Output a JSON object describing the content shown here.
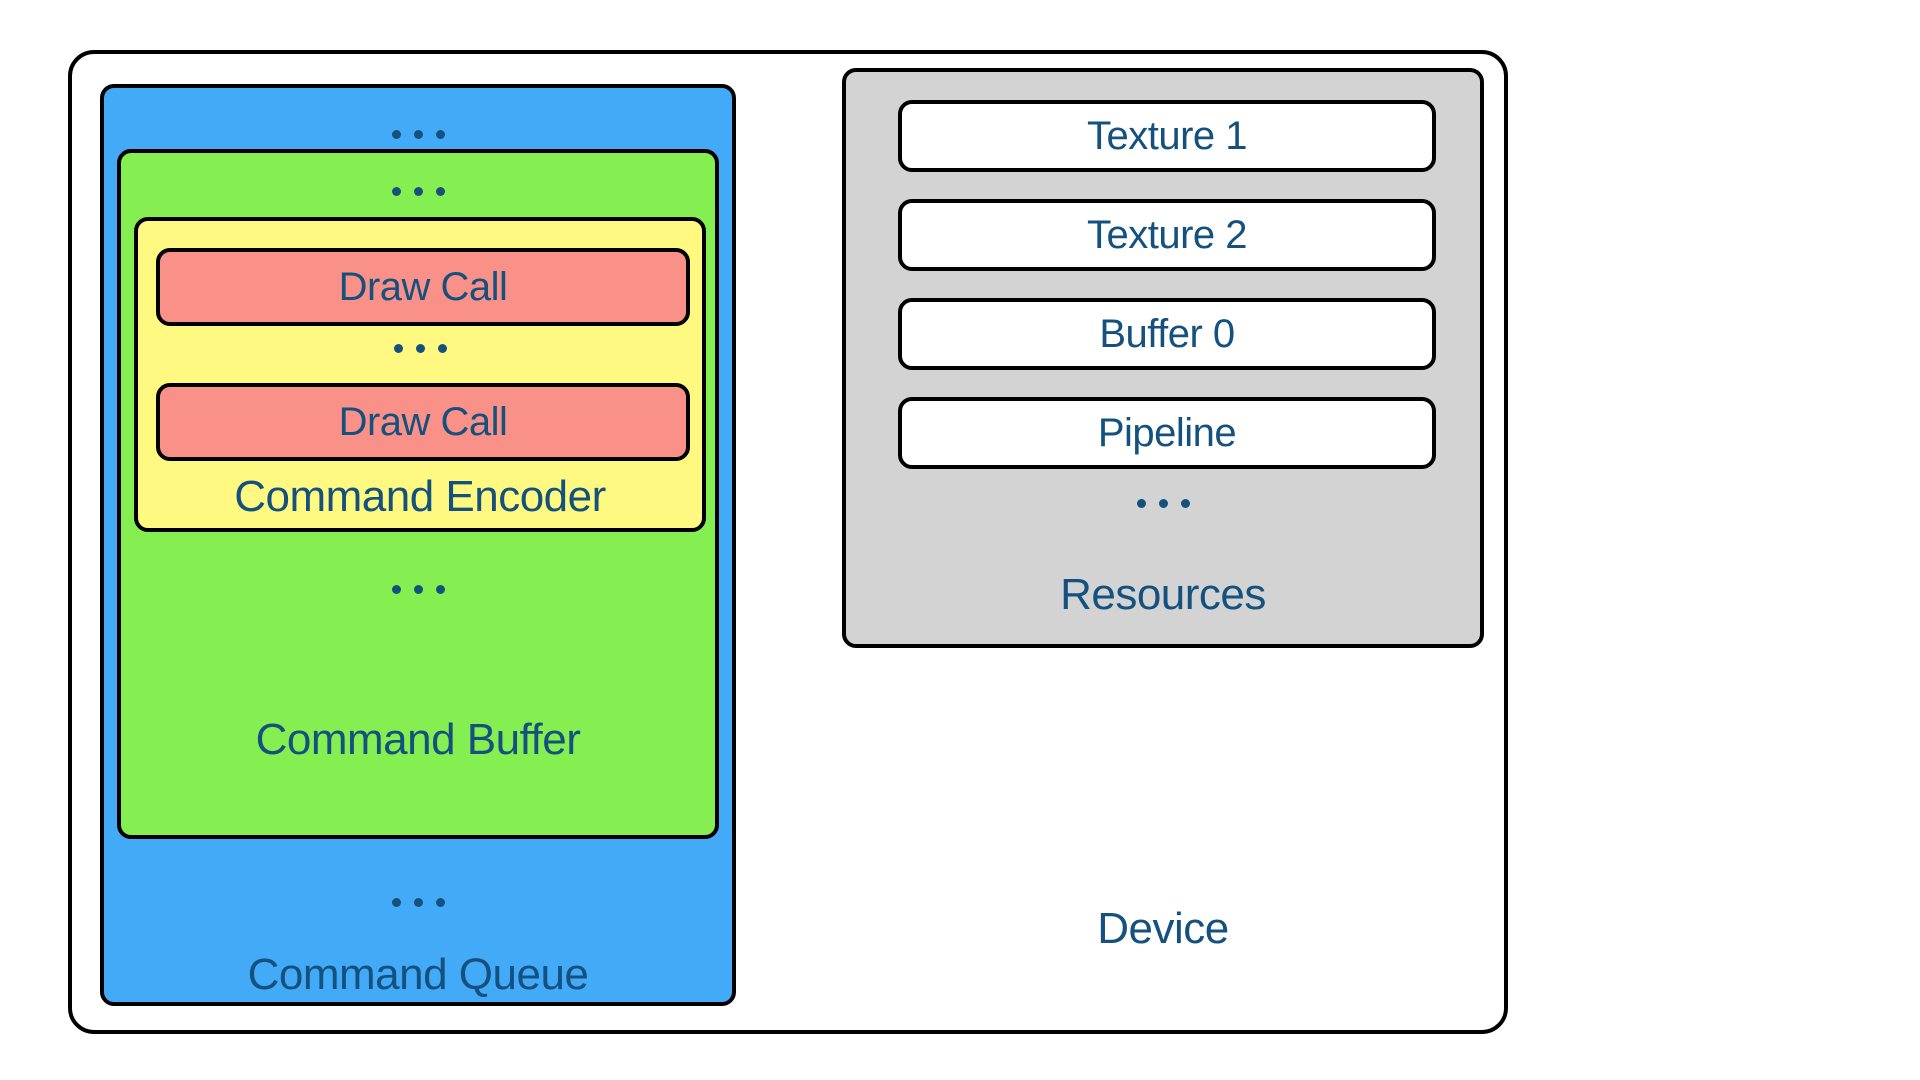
{
  "diagram": {
    "title": "Device",
    "device": {
      "label": "Device",
      "color": "#ffffff"
    },
    "command_queue": {
      "label": "Command Queue",
      "color": "#42aaf7",
      "ellipsis_top": "...",
      "ellipsis_bottom": "..."
    },
    "command_buffer": {
      "label": "Command Buffer",
      "color": "#85ee50",
      "ellipsis_top": "...",
      "ellipsis_bottom": "..."
    },
    "command_encoder": {
      "label": "Command Encoder",
      "color": "#fff982",
      "ellipsis_middle": "..."
    },
    "draw_calls": [
      {
        "label": "Draw Call",
        "color": "#fa9189"
      },
      {
        "label": "Draw Call",
        "color": "#fa9189"
      }
    ],
    "resources": {
      "label": "Resources",
      "color": "#d3d3d3",
      "ellipsis": "...",
      "items": [
        {
          "label": "Texture 1",
          "color": "#ffffff"
        },
        {
          "label": "Texture 2",
          "color": "#ffffff"
        },
        {
          "label": "Buffer 0",
          "color": "#ffffff"
        },
        {
          "label": "Pipeline",
          "color": "#ffffff"
        }
      ]
    },
    "text_color": "#14517e",
    "border_color": "#000000"
  }
}
